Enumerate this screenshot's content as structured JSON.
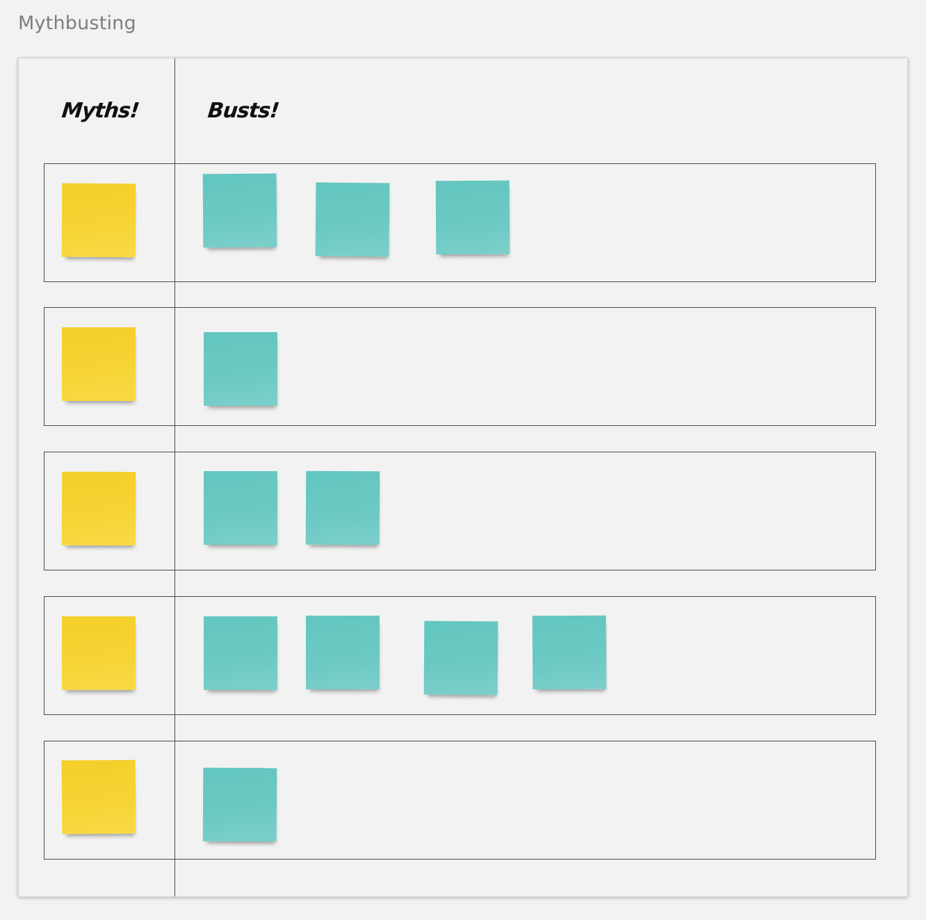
{
  "board": {
    "title": "Mythbusting"
  },
  "columns": {
    "myths": "Myths!",
    "busts": "Busts!"
  },
  "colors": {
    "myth_note": "#f5d130",
    "bust_note": "#6ac8c2",
    "background": "#f2f2f2"
  },
  "rows": [
    {
      "myth_notes": 1,
      "bust_notes": 3
    },
    {
      "myth_notes": 1,
      "bust_notes": 1
    },
    {
      "myth_notes": 1,
      "bust_notes": 2
    },
    {
      "myth_notes": 1,
      "bust_notes": 4
    },
    {
      "myth_notes": 1,
      "bust_notes": 1
    }
  ]
}
